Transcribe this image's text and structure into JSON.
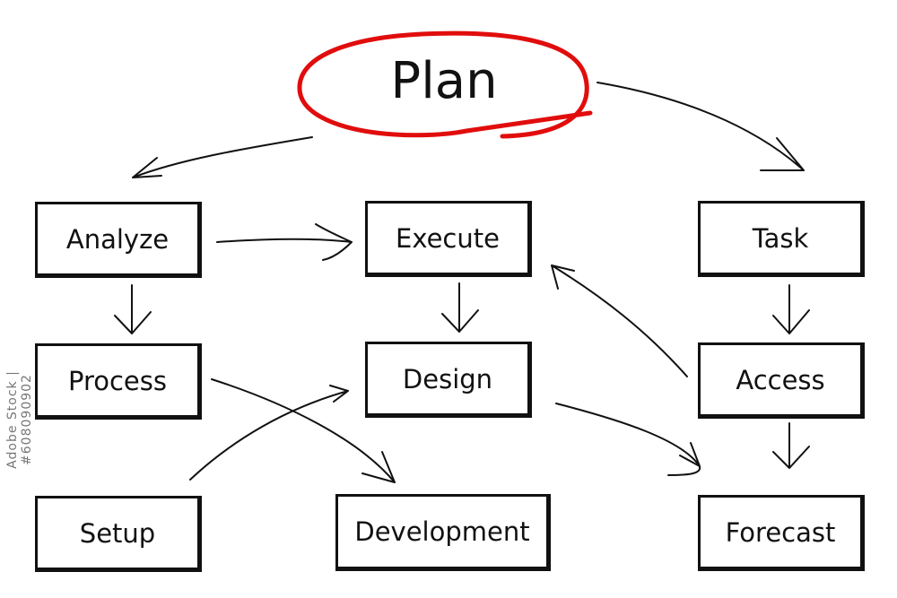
{
  "title": "Plan",
  "side_text": "Adobe Stock | #608090902",
  "colors": {
    "highlight": "#e10d0d",
    "ink": "#111111"
  },
  "boxes": {
    "analyze": "Analyze",
    "process": "Process",
    "setup": "Setup",
    "execute": "Execute",
    "design": "Design",
    "development": "Development",
    "task": "Task",
    "access": "Access",
    "forecast": "Forecast"
  }
}
